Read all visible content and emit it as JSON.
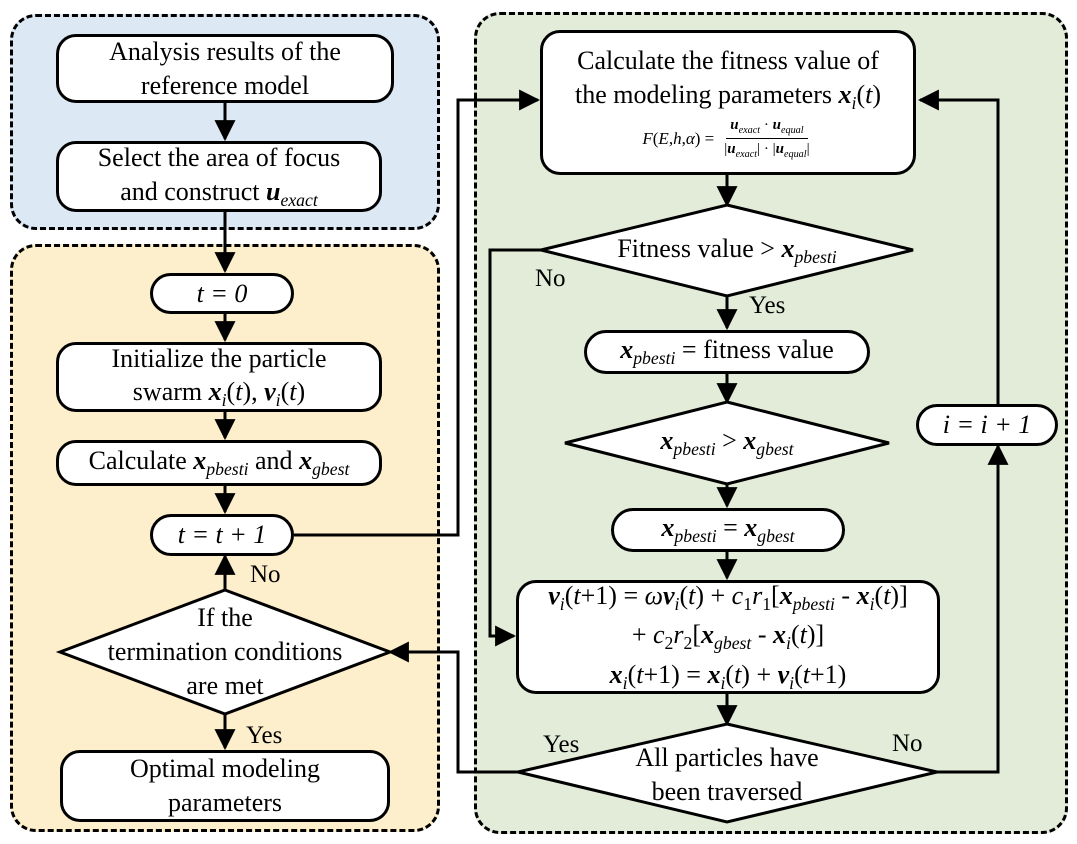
{
  "panels": [
    "reference-panel",
    "outer-loop-panel",
    "pso-loop-panel"
  ],
  "steps": {
    "analysis_l1": "Analysis results of the",
    "analysis_l2": "reference model",
    "select_l1": "Select the area of focus",
    "select_l2_pre": "and construct ",
    "init_t": "t = 0",
    "init_swarm_l1": "Initialize the particle",
    "init_swarm_l2_pre": "swarm ",
    "calc_pre": "Calculate ",
    "calc_and": " and ",
    "increment_t": "t = t + 1",
    "termination_l1": "If the",
    "termination_l2": "termination conditions",
    "termination_l3": "are met",
    "optimal_l1": "Optimal modeling",
    "optimal_l2": "parameters",
    "fitness_l1": "Calculate the fitness value of",
    "fitness_l2_pre": "the modeling parameters ",
    "fitness_compare_pre": "Fitness value > ",
    "pbest_assign_post": " = fitness value",
    "increment_i": "i = i + 1",
    "all_traversed_l1": "All particles have",
    "all_traversed_l2": "been traversed"
  },
  "labels": {
    "yes": "Yes",
    "no": "No"
  },
  "colors": {
    "blue_panel": "#dce9f5",
    "orange_panel": "#fdefcc",
    "green_panel": "#e2ecd9",
    "stroke": "#000000"
  }
}
